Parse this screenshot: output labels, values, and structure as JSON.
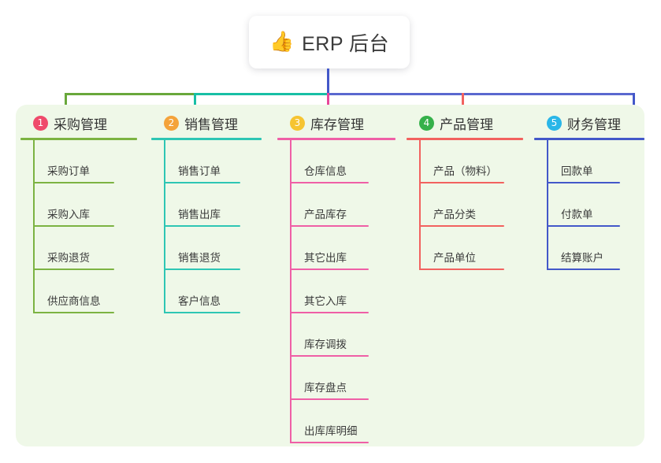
{
  "root": {
    "icon": "thumbs-up-icon",
    "icon_glyph": "👍",
    "title": "ERP 后台"
  },
  "panel": {
    "background_color": "#eff8e8"
  },
  "connectors": {
    "stem_color": "#4358c9",
    "bar_segment_1_color": "#69a83b",
    "bar_segment_2_color": "#18bfa5",
    "bar_segment_3_color": "#5a68cf",
    "drop_colors": [
      "#69a83b",
      "#18bfa5",
      "#e8479b",
      "#f2625f",
      "#4358c9"
    ]
  },
  "columns": [
    {
      "number": "1",
      "title": "采购管理",
      "badge_color": "#ef4a6b",
      "line_color": "#7cb342",
      "items": [
        "采购订单",
        "采购入库",
        "采购退货",
        "供应商信息"
      ]
    },
    {
      "number": "2",
      "title": "销售管理",
      "badge_color": "#f4a33a",
      "line_color": "#2ec6b4",
      "items": [
        "销售订单",
        "销售出库",
        "销售退货",
        "客户信息"
      ]
    },
    {
      "number": "3",
      "title": "库存管理",
      "badge_color": "#f6c431",
      "line_color": "#ef5fa6",
      "items": [
        "仓库信息",
        "产品库存",
        "其它出库",
        "其它入库",
        "库存调拨",
        "库存盘点",
        "出库库明细"
      ]
    },
    {
      "number": "4",
      "title": "产品管理",
      "badge_color": "#35b14a",
      "line_color": "#f2625f",
      "items": [
        "产品（物料）",
        "产品分类",
        "产品单位"
      ]
    },
    {
      "number": "5",
      "title": "财务管理",
      "badge_color": "#29b6e8",
      "line_color": "#4358c9",
      "items": [
        "回款单",
        "付款单",
        "结算账户"
      ]
    }
  ]
}
